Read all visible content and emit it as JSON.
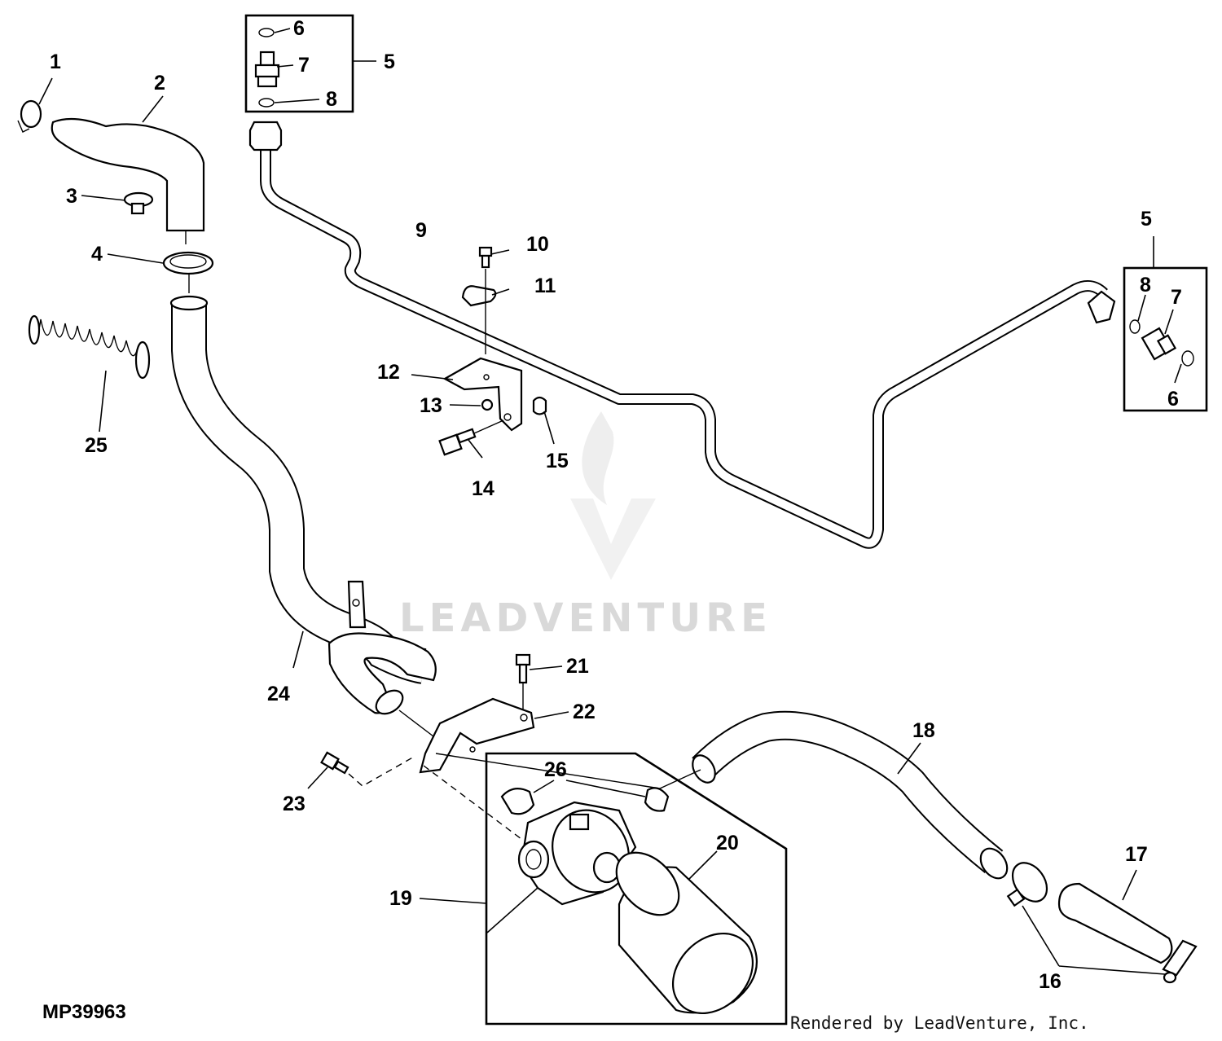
{
  "diagram": {
    "drawing_id": "MP39963",
    "credit": "Rendered by LeadVenture, Inc.",
    "watermark": "LEADVENTURE",
    "callouts": [
      "1",
      "2",
      "3",
      "4",
      "5",
      "6",
      "7",
      "8",
      "6",
      "7",
      "8",
      "5",
      "9",
      "10",
      "11",
      "12",
      "13",
      "14",
      "15",
      "25",
      "24",
      "21",
      "22",
      "23",
      "26",
      "19",
      "20",
      "18",
      "17",
      "16"
    ]
  }
}
